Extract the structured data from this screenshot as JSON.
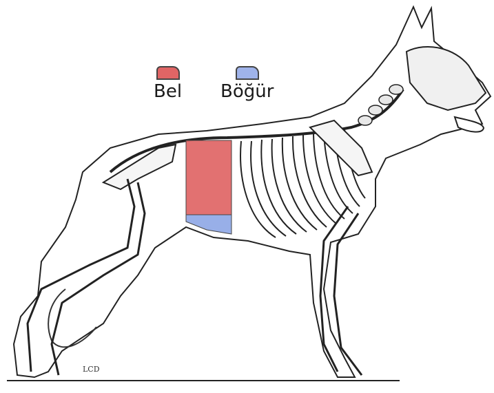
{
  "legend": [
    {
      "label": "Bel",
      "color": "#e06565"
    },
    {
      "label": "Böğür",
      "color": "#9fb3ea"
    }
  ],
  "signature_left": "LCD",
  "colors": {
    "line": "#222222",
    "bel": "#e06565",
    "bogur": "#8fa8e6"
  }
}
